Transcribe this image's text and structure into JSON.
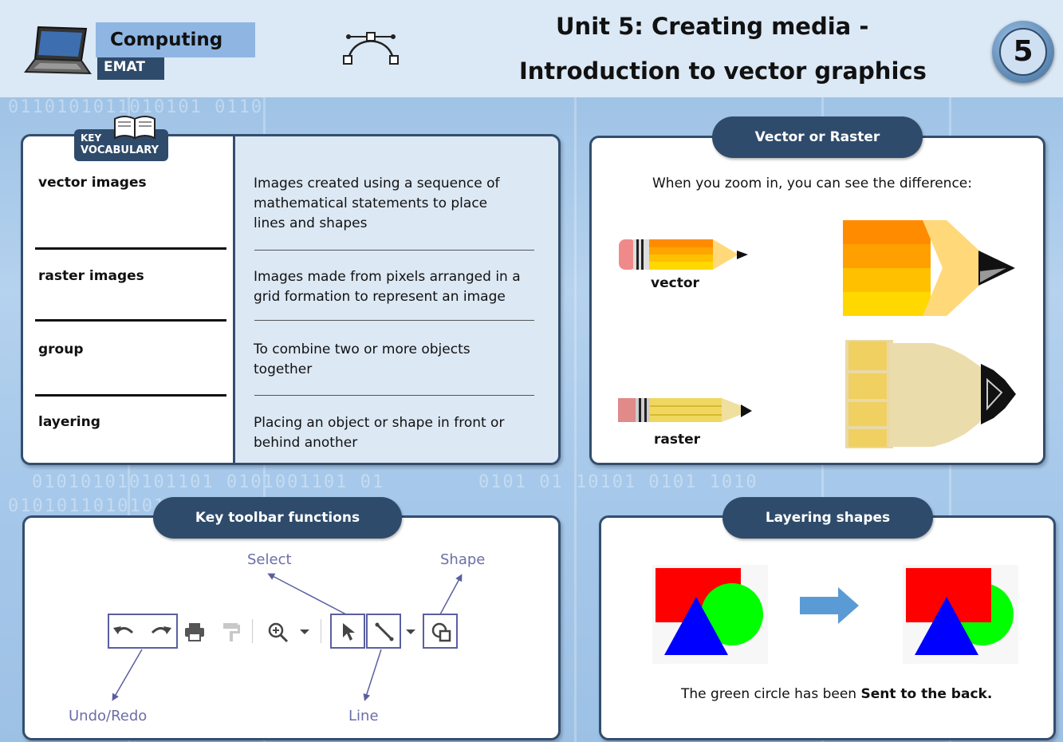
{
  "header": {
    "subject": "Computing",
    "school": "EMAT",
    "title_line1": "Unit 5: Creating media -",
    "title_line2": "Introduction to vector graphics",
    "unit_badge": "5"
  },
  "vocab": {
    "badge_line1": "KEY",
    "badge_line2": "VOCABULARY",
    "items": [
      {
        "term": "vector images",
        "definition": "Images created using a sequence of mathematical statements to place lines and shapes"
      },
      {
        "term": "raster images",
        "definition": "Images made from pixels arranged in a grid formation to represent an image"
      },
      {
        "term": "group",
        "definition": "To combine two or more objects together"
      },
      {
        "term": "layering",
        "definition": "Placing an object or shape in front or behind another"
      }
    ]
  },
  "vector_raster": {
    "title": "Vector or  Raster",
    "caption": "When you zoom in, you can see the difference:",
    "vector_label": "vector",
    "raster_label": "raster"
  },
  "toolbar": {
    "title": "Key toolbar functions",
    "labels": {
      "select": "Select",
      "shape": "Shape",
      "undo_redo": "Undo/Redo",
      "line": "Line"
    },
    "icons": [
      "undo-icon",
      "redo-icon",
      "print-icon",
      "paint-format-icon",
      "zoom-icon",
      "dropdown-icon",
      "select-icon",
      "line-icon",
      "dropdown-icon",
      "shape-icon"
    ]
  },
  "layering": {
    "title": "Layering shapes",
    "caption_prefix": "The green circle has been ",
    "caption_bold": "Sent to the back.",
    "colors": {
      "rect": "#ff0000",
      "circle": "#00ff00",
      "triangle": "#0000ff",
      "arrow": "#5b9bd5"
    }
  },
  "colors": {
    "accent": "#2f4b6b",
    "toolbar_annotation": "#6b6ea6"
  }
}
